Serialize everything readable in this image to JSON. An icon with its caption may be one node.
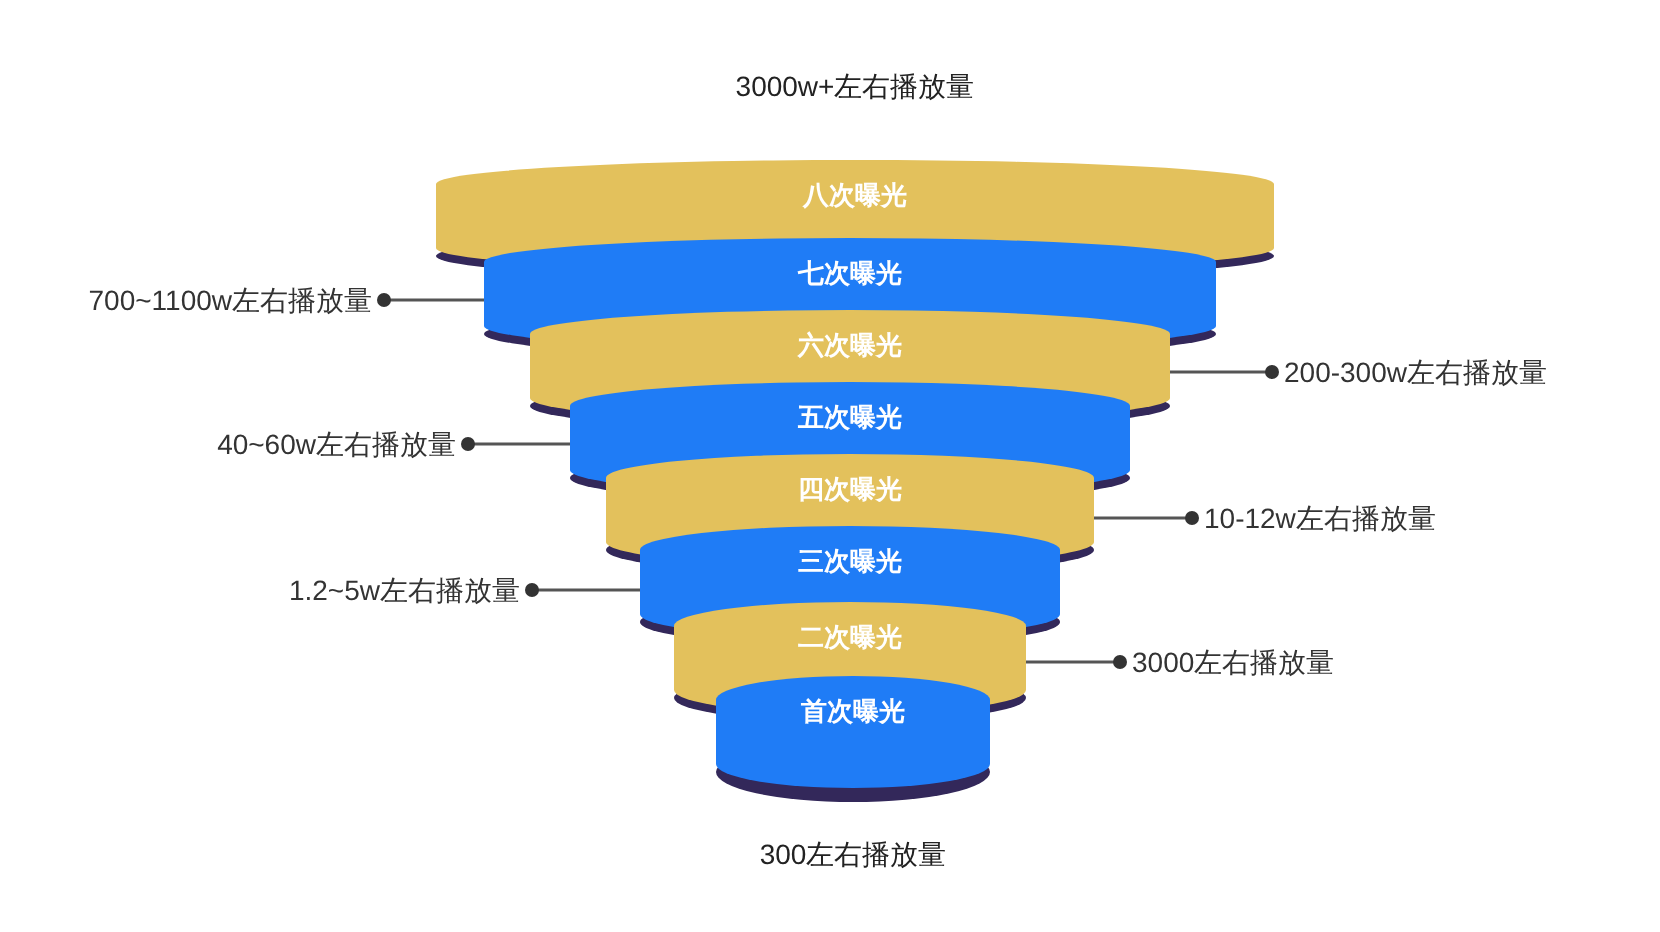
{
  "diagram": {
    "nodes": [
      {
        "text": [
          "八次曝光"
        ],
        "beside": [
          "3000w+左右播放量"
        ]
      },
      {
        "text": [
          "七次曝光"
        ]
      },
      {
        "text": [
          "六次曝光"
        ]
      },
      {
        "text": [
          "五次曝光"
        ]
      },
      {
        "text": [
          "四次曝光"
        ]
      },
      {
        "text": [
          "三次曝光"
        ]
      },
      {
        "text": [
          "二次曝光"
        ]
      },
      {
        "text": [
          "首次曝光"
        ],
        "beside": [
          "300左右播放量"
        ]
      },
      {
        "text": [
          "700~1100w左右播放量"
        ]
      },
      {
        "text": [
          "200-300w左右播放量"
        ]
      },
      {
        "text": [
          "40~60w左右播放量"
        ]
      },
      {
        "text": [
          "10-12w左右播放量"
        ]
      },
      {
        "text": [
          "1.2~5w左右播放量"
        ]
      },
      {
        "text": [
          "3000左右播放量"
        ]
      }
    ],
    "edges": [
      {
        "from": 8,
        "to": 1,
        "arrow": "other"
      },
      {
        "from": 9,
        "to": 2,
        "arrow": "other"
      },
      {
        "from": 10,
        "to": 3,
        "arrow": "other"
      },
      {
        "from": 11,
        "to": 4,
        "arrow": "other"
      },
      {
        "from": 12,
        "to": 5,
        "arrow": "other"
      },
      {
        "from": 13,
        "to": 6,
        "arrow": "other"
      }
    ]
  }
}
